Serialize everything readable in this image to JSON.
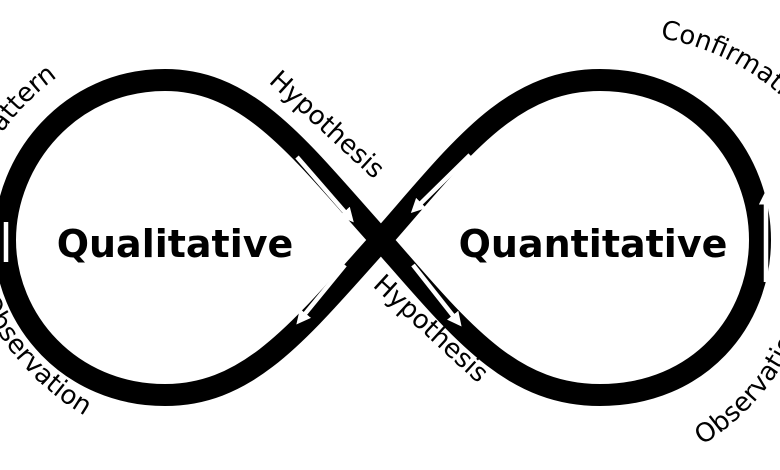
{
  "diagram": {
    "left_loop_label": "Qualitative",
    "right_loop_label": "Quantitative",
    "edge_labels": {
      "pattern": "Pattern",
      "observation_left": "Observation",
      "hypothesis_top": "Hypothesis",
      "hypothesis_bottom": "Hypothesis",
      "confirmation": "Confirmation",
      "observation_right": "Observation"
    },
    "colors": {
      "stroke": "#000000",
      "arrow": "#ffffff",
      "background": "#ffffff",
      "text": "#000000"
    }
  }
}
